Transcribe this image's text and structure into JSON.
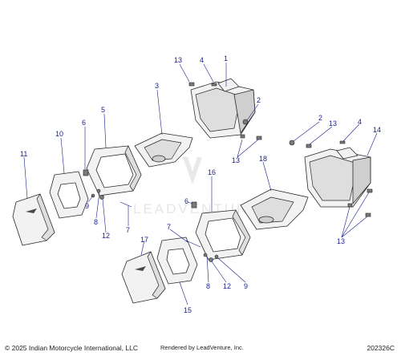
{
  "footer": {
    "copyright": "© 2025 Indian Motorcycle International, LLC",
    "rendered_by": "Rendered by LeadVenture, Inc.",
    "drawing_number": "202326C"
  },
  "watermark": "LEADVENTURE",
  "callouts": {
    "c1": "1",
    "c2a": "2",
    "c2b": "2",
    "c3": "3",
    "c4a": "4",
    "c4b": "4",
    "c5": "5",
    "c6a": "6",
    "c6b": "6",
    "c7a": "7",
    "c7b": "7",
    "c8a": "8",
    "c8b": "8",
    "c9a": "9",
    "c9b": "9",
    "c10": "10",
    "c11": "11",
    "c12a": "12",
    "c12b": "12",
    "c13a": "13",
    "c13b": "13",
    "c13c": "13",
    "c13d": "13",
    "c14": "14",
    "c15": "15",
    "c16": "16",
    "c17": "17",
    "c18": "18"
  }
}
